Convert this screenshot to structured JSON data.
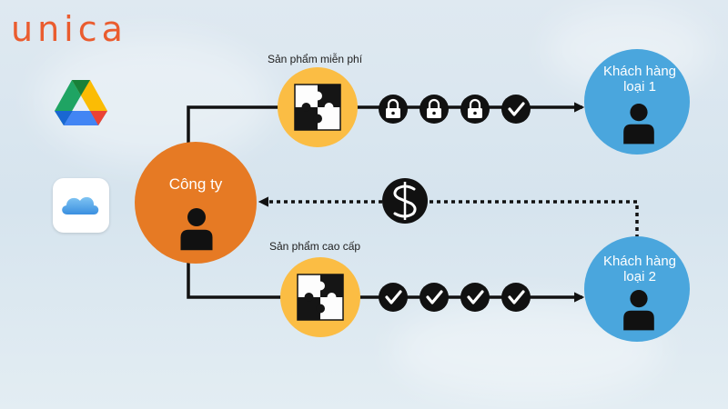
{
  "brand": {
    "logo_text": "unica",
    "logo_color": "#ea5c2f"
  },
  "colors": {
    "company": "#e67a24",
    "customer": "#4aa6dd",
    "product": "#fbbd44",
    "line": "#111111",
    "person": "#111111"
  },
  "company": {
    "label": "Công ty"
  },
  "customers": [
    {
      "label_line1": "Khách hàng",
      "label_line2": "loại 1"
    },
    {
      "label_line1": "Khách hàng",
      "label_line2": "loại 2"
    }
  ],
  "products": [
    {
      "label": "Sản phẩm miễn phí",
      "steps": [
        "lock-icon",
        "lock-icon",
        "lock-icon",
        "check-icon"
      ]
    },
    {
      "label": "Sản phẩm cao cấp",
      "steps": [
        "check-icon",
        "check-icon",
        "check-icon",
        "check-icon"
      ]
    }
  ],
  "payment": {
    "icon": "dollar-icon"
  },
  "side_icons": [
    "google-drive-icon",
    "icloud-icon"
  ]
}
